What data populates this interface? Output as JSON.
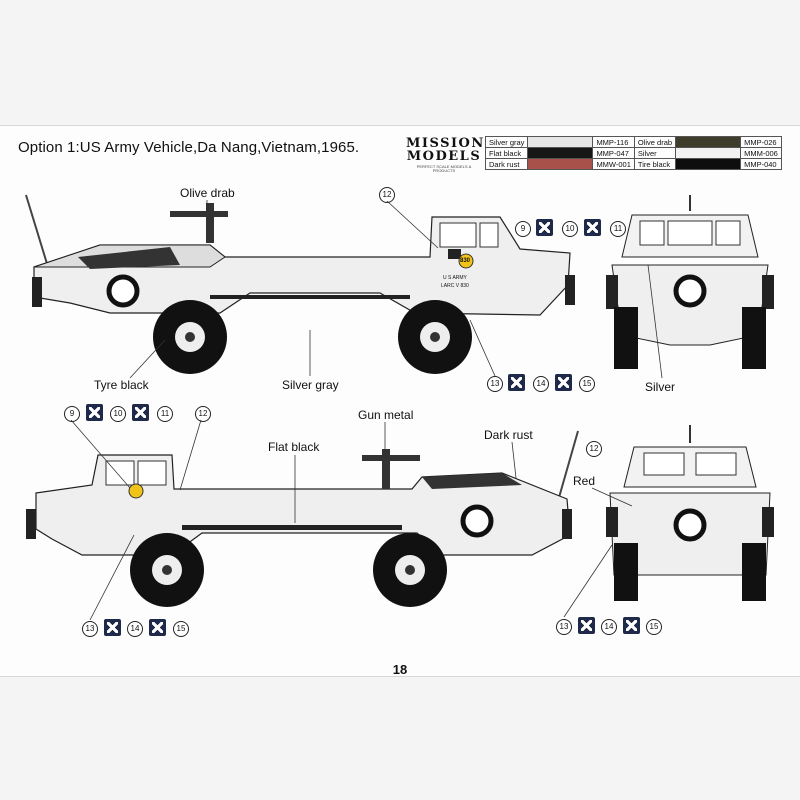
{
  "title": "Option 1:US Army Vehicle,Da Nang,Vietnam,1965.",
  "logo": {
    "line1": "MISSION",
    "line2": "MODELS",
    "tagline": "PERFECT SCALE MODELS & PRODUCTS"
  },
  "palette": [
    {
      "name": "Silver gray",
      "code": "MMP-116",
      "color": "#e6e6e6",
      "name2": "Olive drab",
      "code2": "MMP-026",
      "color2": "#3e3d2c"
    },
    {
      "name": "Flat black",
      "code": "MMP-047",
      "color": "#161616",
      "name2": "Silver",
      "code2": "MMM-006",
      "color2": "#f2f2f2"
    },
    {
      "name": "Dark rust",
      "code": "MMW-001",
      "color": "#a8504a",
      "name2": "Tire black",
      "code2": "MMP-040",
      "color2": "#0e0e0e"
    }
  ],
  "labels": {
    "olive_drab": "Olive drab",
    "tyre_black": "Tyre black",
    "silver_gray": "Silver gray",
    "silver": "Silver",
    "gun_metal": "Gun metal",
    "flat_black": "Flat black",
    "dark_rust": "Dark rust",
    "red": "Red"
  },
  "markings": {
    "number": "830",
    "unit": "U S ARMY",
    "lot": "LARC V 830"
  },
  "callouts": [
    "9",
    "10",
    "11",
    "12",
    "13",
    "14",
    "15"
  ],
  "page_number": "18"
}
